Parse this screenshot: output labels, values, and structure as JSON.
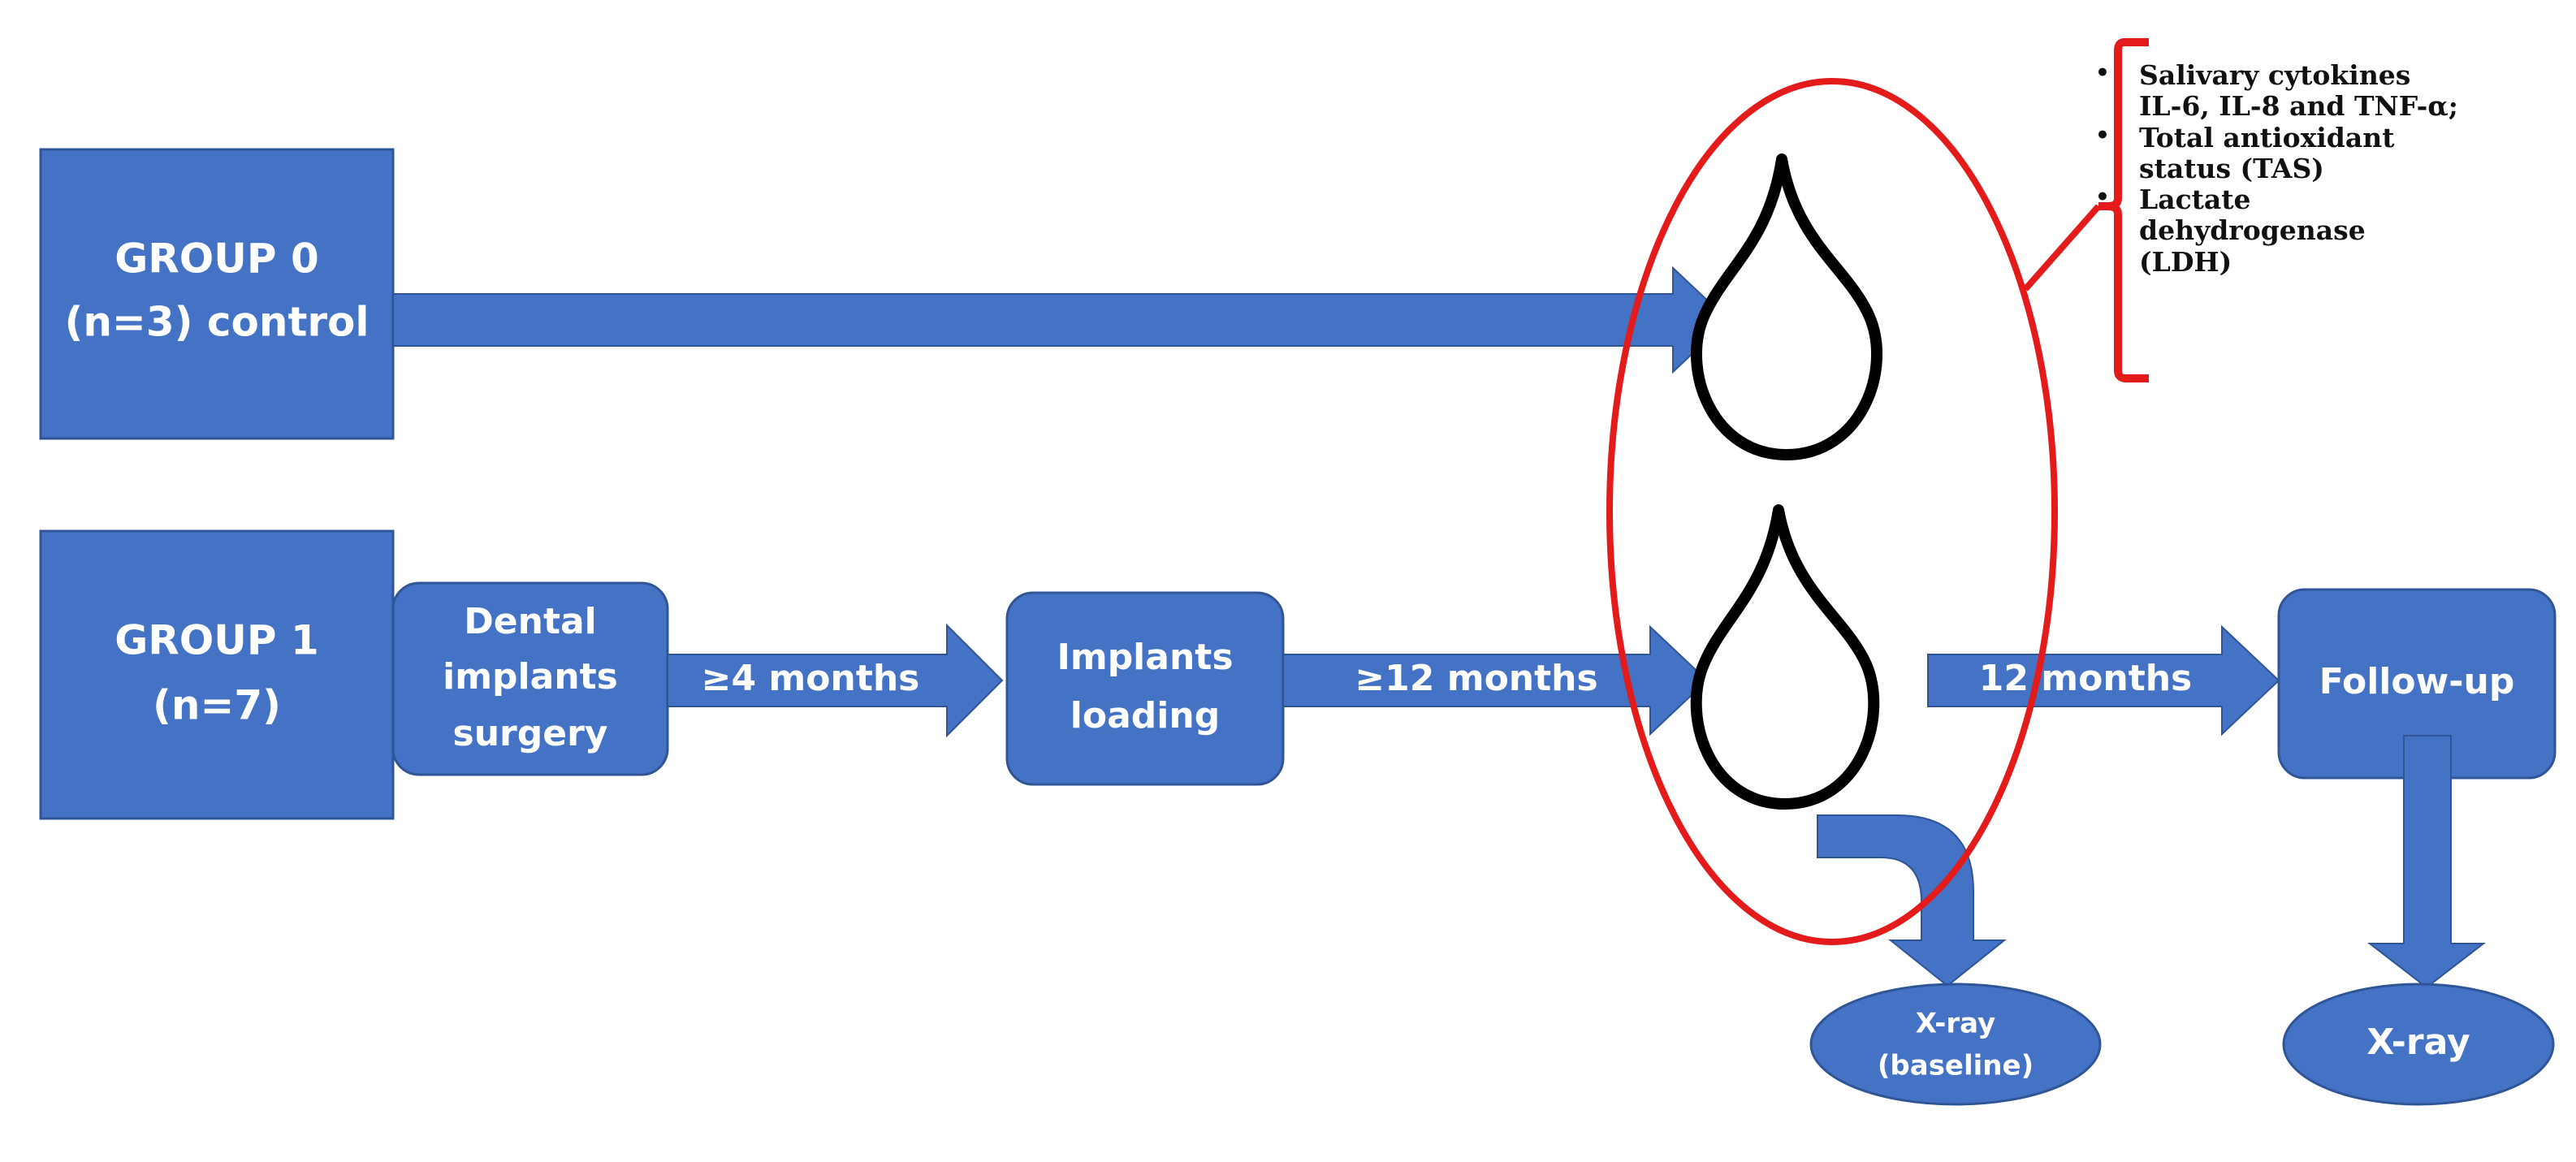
{
  "colors": {
    "box_fill": "#4472C4",
    "box_stroke": "#2F5597",
    "ellipse": "#E31B1B",
    "bracket": "#E31B1B",
    "drop": "#000000",
    "text_on_box": "#FFFFFF"
  },
  "group0": {
    "line1": "GROUP 0",
    "line2": "(n=3) control"
  },
  "group1": {
    "line1": "GROUP 1",
    "line2": "(n=7)"
  },
  "steps": {
    "surgery": {
      "line1": "Dental",
      "line2": "implants",
      "line3": "surgery"
    },
    "loading": {
      "line1": "Implants",
      "line2": "loading"
    },
    "followup": {
      "label": "Follow-up"
    }
  },
  "intervals": {
    "after_surgery": "≥4 months",
    "after_loading": "≥12 months",
    "after_sampling": "12 months"
  },
  "xray": {
    "baseline_line1": "X-ray",
    "baseline_line2": "(baseline)",
    "followup": "X-ray"
  },
  "icons": [
    "saliva-drop-icon",
    "saliva-drop-icon"
  ],
  "analyses": [
    "Salivary cytokines IL-6, IL-8 and TNF-α;",
    "Total antioxidant status (TAS)",
    "Lactate dehydrogenase (LDH)"
  ]
}
